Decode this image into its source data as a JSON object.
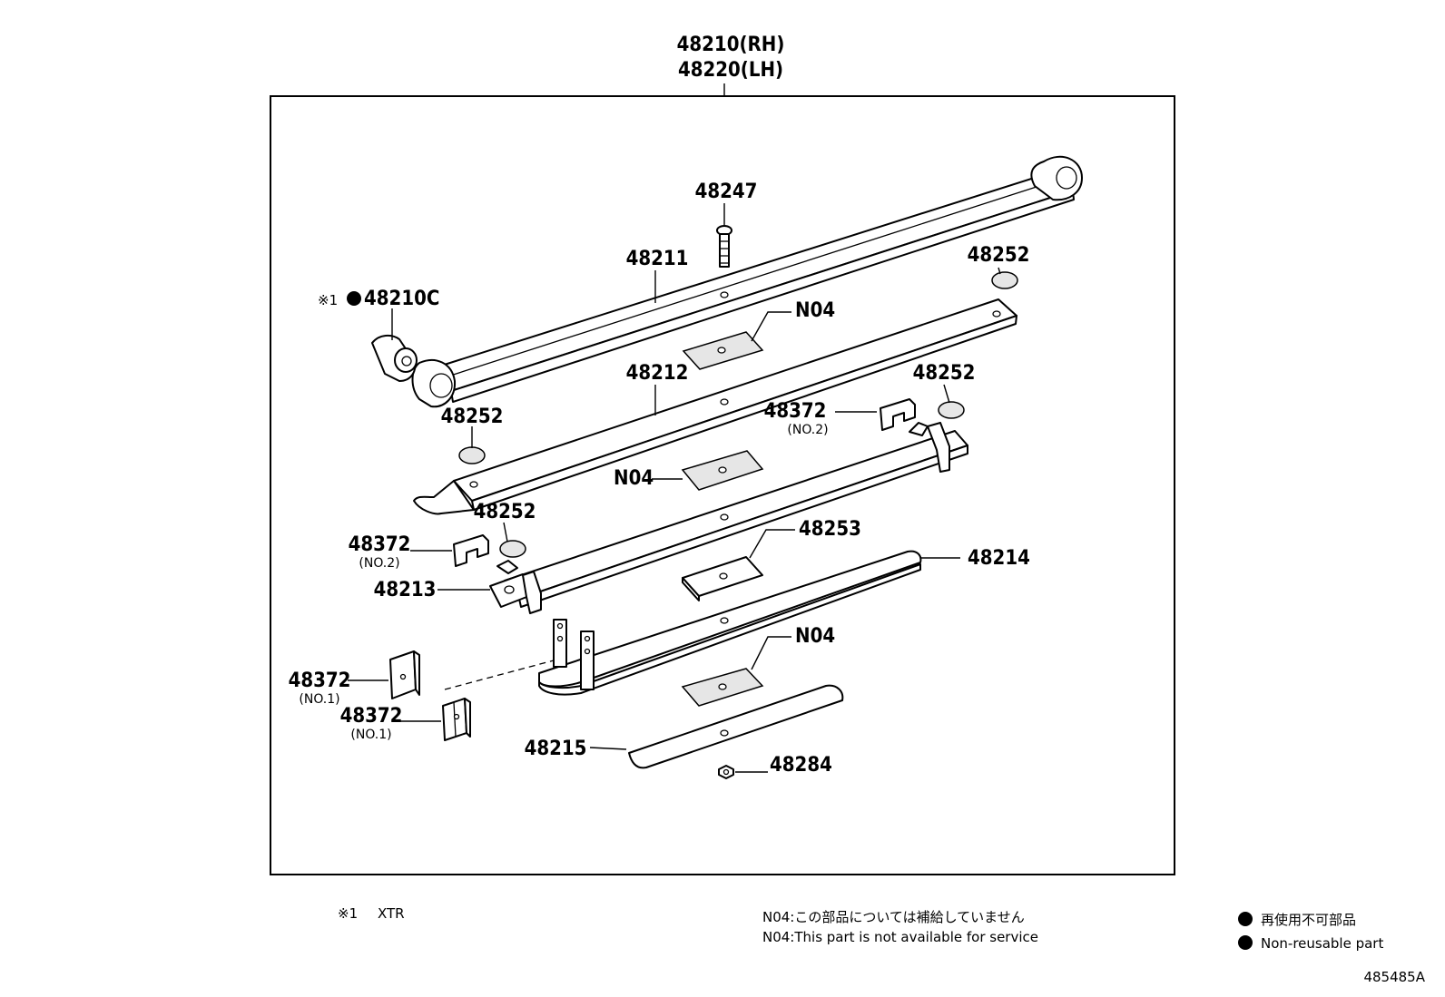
{
  "assembly": {
    "rh": "48210(RH)",
    "lh": "48220(LH)"
  },
  "labels": {
    "p48247": "48247",
    "p48211": "48211",
    "p48252a": "48252",
    "p48210c_mark": "※1",
    "p48210c": "48210C",
    "n04a": "N04",
    "p48212": "48212",
    "p48252b": "48252",
    "p48372a": "48372",
    "p48372a_sub": "(NO.2)",
    "p48252c": "48252",
    "n04b": "N04",
    "p48252d": "48252",
    "p48253": "48253",
    "p48372b": "48372",
    "p48372b_sub": "(NO.2)",
    "p48213": "48213",
    "p48214": "48214",
    "n04c": "N04",
    "p48372c": "48372",
    "p48372c_sub": "(NO.1)",
    "p48372d": "48372",
    "p48372d_sub": "(NO.1)",
    "p48215": "48215",
    "p48284": "48284"
  },
  "footnotes": {
    "xtr_mark": "※1",
    "xtr": "XTR",
    "n04_jp": "N04:この部品については補給していません",
    "n04_en": "N04:This part is not available for service",
    "legend_jp": "再使用不可部品",
    "legend_en": "Non-reusable part",
    "figure_id": "485485A"
  }
}
